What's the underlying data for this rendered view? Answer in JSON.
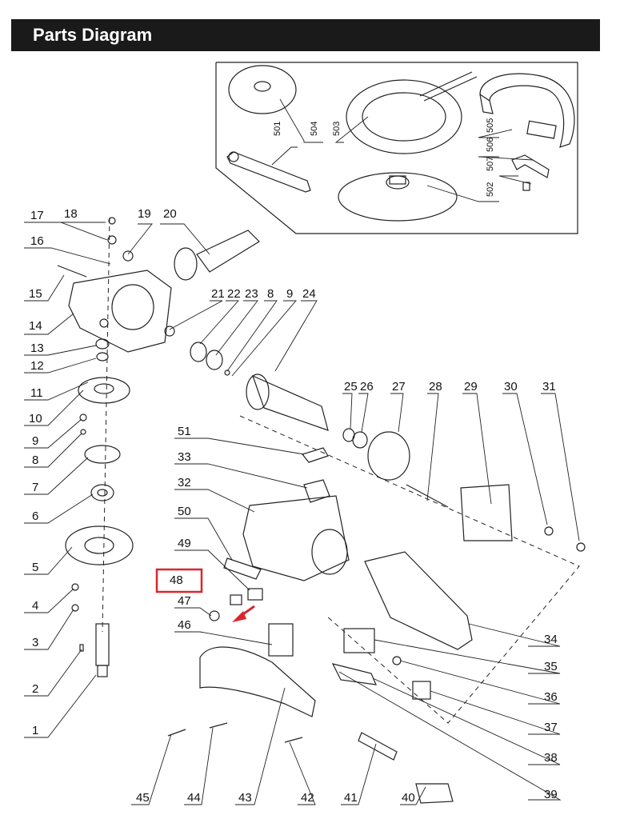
{
  "header": {
    "title": "Parts Diagram"
  },
  "highlight": {
    "part": "48",
    "box_color": "#d9262c",
    "arrow_color": "#d9262c"
  },
  "accessory_labels": {
    "p501": "501",
    "p502": "502",
    "p503": "503",
    "p504": "504",
    "p505": "505",
    "p506": "506",
    "p507": "507"
  },
  "part_labels": {
    "p1": "1",
    "p2": "2",
    "p3": "3",
    "p4": "4",
    "p5": "5",
    "p6": "6",
    "p7": "7",
    "p8a": "8",
    "p8b": "8",
    "p9a": "9",
    "p9b": "9",
    "p10": "10",
    "p11": "11",
    "p12": "12",
    "p13": "13",
    "p14": "14",
    "p15": "15",
    "p16": "16",
    "p17": "17",
    "p18": "18",
    "p19": "19",
    "p20": "20",
    "p21": "21",
    "p22": "22",
    "p23": "23",
    "p24": "24",
    "p25": "25",
    "p26": "26",
    "p27": "27",
    "p28": "28",
    "p29": "29",
    "p30": "30",
    "p31": "31",
    "p32": "32",
    "p33": "33",
    "p34": "34",
    "p35": "35",
    "p36": "36",
    "p37": "37",
    "p38": "38",
    "p39": "39",
    "p40": "40",
    "p41": "41",
    "p42": "42",
    "p43": "43",
    "p44": "44",
    "p45": "45",
    "p46": "46",
    "p47": "47",
    "p48": "48",
    "p49": "49",
    "p50": "50",
    "p51": "51"
  }
}
